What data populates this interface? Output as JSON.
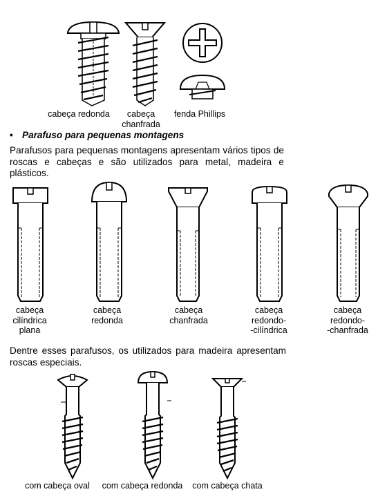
{
  "top_row": {
    "captions": [
      "cabeça redonda",
      "cabeça\nchanfrada",
      "fenda Phillips"
    ]
  },
  "section": {
    "bullet": "•",
    "title": "Parafuso para pequenas montagens",
    "intro": "Parafusos para pequenas montagens apresentam vários tipos de roscas e cabeças e são utilizados para metal, madeira e plásticos."
  },
  "middle_row": {
    "captions": [
      "cabeça\ncilíndrica\nplana",
      "cabeça\nredonda",
      "cabeça\nchanfrada",
      "cabeça\nredondo-\n-cilíndrica",
      "cabeça\nredondo-\n-chanfrada"
    ]
  },
  "wood": {
    "intro": "Dentre esses parafusos, os utilizados para madeira apresentam roscas especiais.",
    "captions": [
      "com cabeça oval",
      "com cabeça redonda",
      "com cabeça chata"
    ]
  }
}
